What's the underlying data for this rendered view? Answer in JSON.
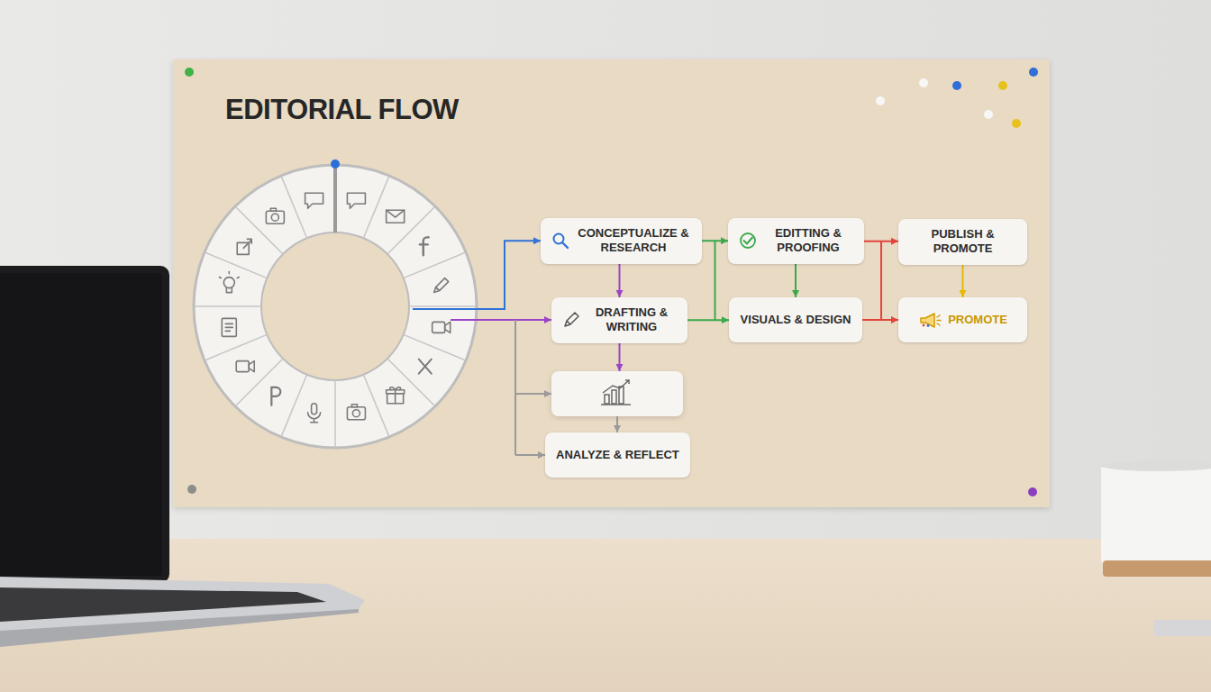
{
  "diagram": {
    "title": "EDITORIAL FLOW",
    "nodes": [
      {
        "text": [
          "CONCEPTUALIZE & RESEARCH"
        ]
      },
      {
        "text": [
          "DRAFTING & WRITING"
        ]
      },
      {
        "text": [
          "ANALYZE & REFLECT"
        ]
      },
      {
        "text": [
          "EDITTING & PROOFING"
        ]
      },
      {
        "text": [
          "VISUALS & DESIGN"
        ]
      },
      {
        "text": [
          "PUBLISH & PROMOTE"
        ]
      },
      {
        "text": [
          "PROMOTE"
        ]
      }
    ],
    "edges": [
      {
        "from": 0,
        "to": 1,
        "arrow": "to"
      },
      {
        "from": 0,
        "to": 3,
        "arrow": "to"
      },
      {
        "from": 1,
        "to": 4,
        "arrow": "to"
      },
      {
        "from": 3,
        "to": 4,
        "arrow": "to"
      },
      {
        "from": 3,
        "to": 5,
        "arrow": "to"
      },
      {
        "from": 4,
        "to": 6,
        "arrow": "to"
      },
      {
        "from": 5,
        "to": 6,
        "arrow": "to"
      }
    ]
  }
}
